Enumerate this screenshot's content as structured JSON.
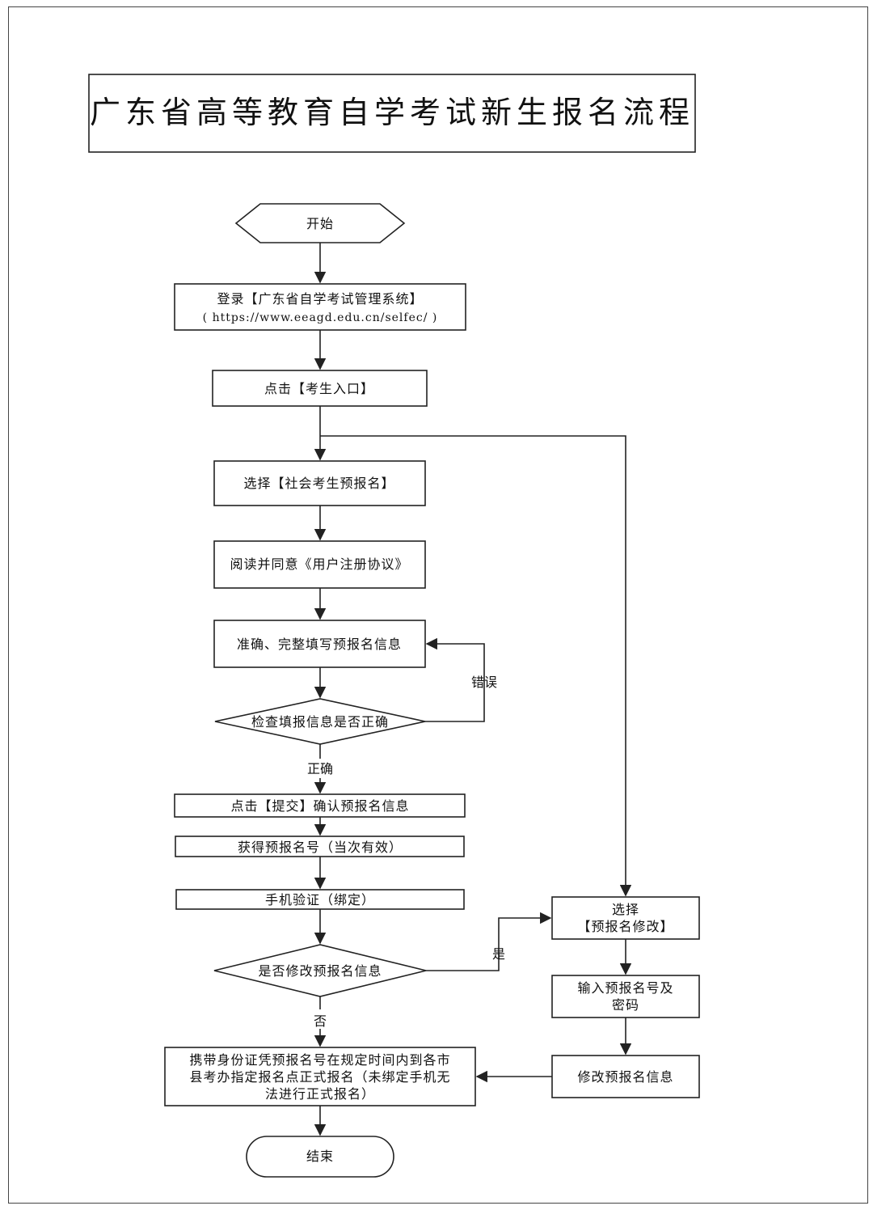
{
  "title": "广东省高等教育自学考试新生报名流程",
  "nodes": {
    "start": "开始",
    "login_line1": "登录【广东省自学考试管理系统】",
    "login_line2": "( https://www.eeagd.edu.cn/selfec/ )",
    "candidate_entry": "点击【考生入口】",
    "select_social": "选择【社会考生预报名】",
    "read_agree": "阅读并同意《用户注册协议》",
    "fill_info": "准确、完整填写预报名信息",
    "check_info": "检查填报信息是否正确",
    "submit": "点击【提交】确认预报名信息",
    "get_number": "获得预报名号（当次有效）",
    "phone_verify": "手机验证（绑定）",
    "modify_question": "是否修改预报名信息",
    "final_line1": "携带身份证凭预报名号在规定时间内到各市",
    "final_line2": "县考办指定报名点正式报名（未绑定手机无",
    "final_line3": "法进行正式报名）",
    "end": "结束",
    "select_modify_line1": "选择",
    "select_modify_line2": "【预报名修改】",
    "input_number_line1": "输入预报名号及",
    "input_number_line2": "密码",
    "modify_info": "修改预报名信息"
  },
  "edge_labels": {
    "error": "错误",
    "correct": "正确",
    "yes": "是",
    "no": "否"
  }
}
